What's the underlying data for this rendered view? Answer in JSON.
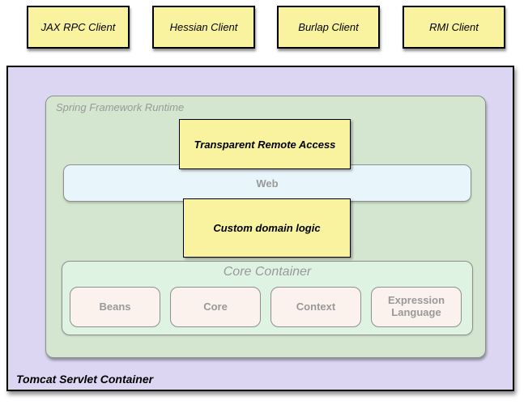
{
  "colors": {
    "yellow": "#F9F3A0",
    "lavender": "#DCD6F2",
    "sage-green": "#D4E6CF",
    "mint-green": "#DFF3E3",
    "light-blue": "#E8F6FC",
    "light-pink": "#FBF2EE",
    "gray-text": "#999999",
    "gray-border": "#8F8F8F"
  },
  "clients": [
    {
      "label": "JAX RPC Client"
    },
    {
      "label": "Hessian Client"
    },
    {
      "label": "Burlap Client"
    },
    {
      "label": "RMI Client"
    }
  ],
  "tomcat": {
    "label": "Tomcat Servlet Container"
  },
  "spring_runtime": {
    "label": "Spring Framework Runtime"
  },
  "layers": {
    "transparent_remote_access": "Transparent Remote Access",
    "web": "Web",
    "custom_domain_logic": "Custom domain logic"
  },
  "core_container": {
    "label": "Core Container",
    "modules": [
      "Beans",
      "Core",
      "Context",
      "Expression Language"
    ]
  }
}
